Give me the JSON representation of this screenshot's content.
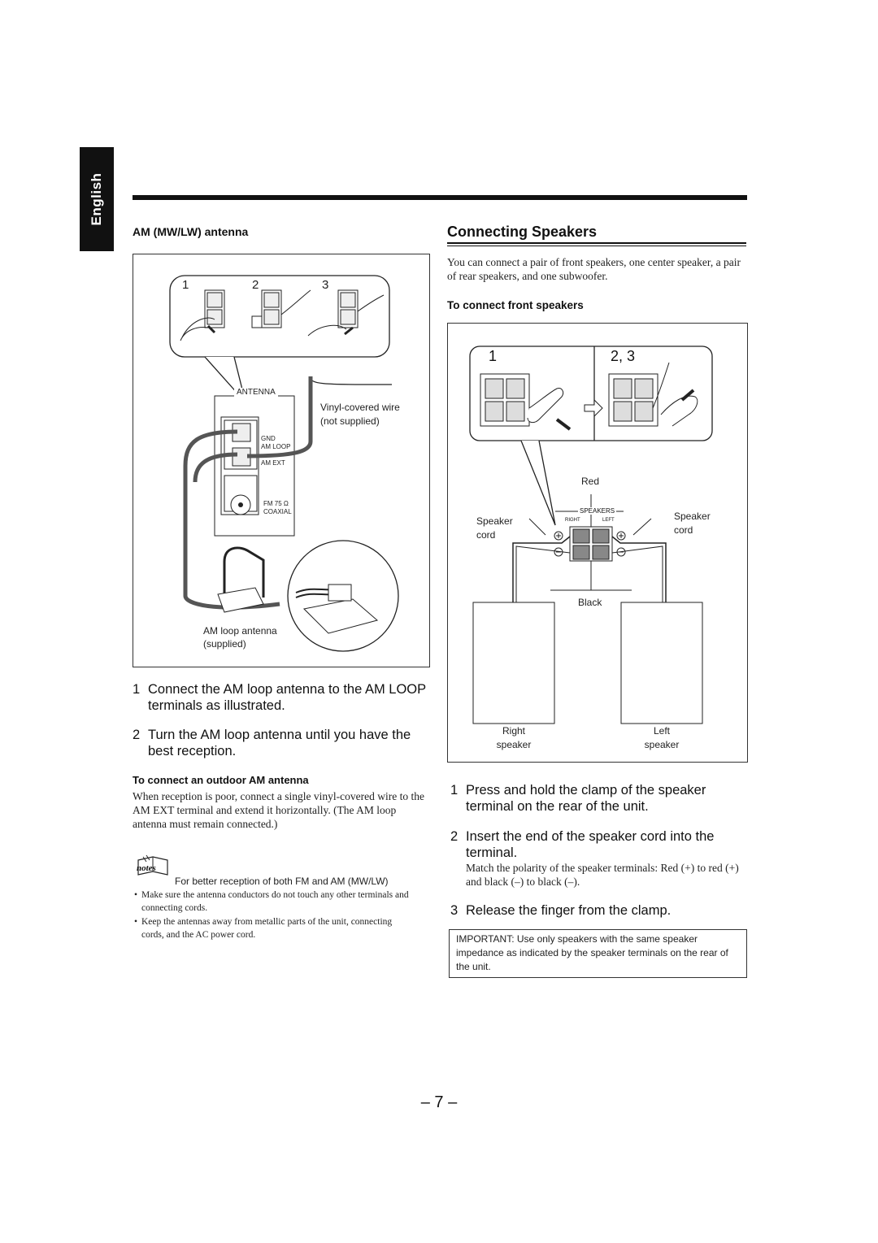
{
  "sidebar_tab": "English",
  "left": {
    "heading": "AM (MW/LW) antenna",
    "diagram": {
      "step_numbers": [
        "1",
        "2",
        "3"
      ],
      "antenna_label": "ANTENNA",
      "gnd_label": "GND",
      "am_loop_label": "AM LOOP",
      "am_ext_label": "AM EXT",
      "fm_label": "FM 75 Ω",
      "coaxial_label": "COAXIAL",
      "wire_label_1": "Vinyl-covered wire",
      "wire_label_2": "(not supplied)",
      "loop_label_1": "AM loop antenna",
      "loop_label_2": "(supplied)"
    },
    "steps": [
      {
        "num": "1",
        "text": "Connect the AM loop antenna to the AM LOOP terminals as illustrated."
      },
      {
        "num": "2",
        "text": "Turn the AM loop antenna until you have the best reception."
      }
    ],
    "outdoor_heading": "To connect an outdoor AM antenna",
    "outdoor_text": "When reception is poor, connect a single vinyl-covered wire to the AM EXT terminal and extend it horizontally. (The AM loop antenna must remain connected.)",
    "notes_icon_label": "notes",
    "notes_title": "For better reception of both FM and AM (MW/LW)",
    "notes_bullets": [
      "Make sure the antenna conductors do not touch any other terminals and connecting cords.",
      "Keep the antennas away from metallic parts of the unit, connecting cords, and the AC power cord."
    ]
  },
  "right": {
    "title": "Connecting Speakers",
    "intro": "You can connect a pair of front speakers, one center speaker, a pair of rear speakers, and one subwoofer.",
    "front_heading": "To connect front speakers",
    "diagram": {
      "step1": "1",
      "step23": "2, 3",
      "red_label": "Red",
      "black_label": "Black",
      "speakers_label": "SPEAKERS",
      "right_small": "RIGHT",
      "left_small": "LEFT",
      "cord_left_1": "Speaker",
      "cord_left_2": "cord",
      "cord_right_1": "Speaker",
      "cord_right_2": "cord",
      "right_speaker_1": "Right",
      "right_speaker_2": "speaker",
      "left_speaker_1": "Left",
      "left_speaker_2": "speaker"
    },
    "steps": [
      {
        "num": "1",
        "text": "Press and hold the clamp of the speaker terminal on the rear of the unit."
      },
      {
        "num": "2",
        "text": "Insert the end of the speaker cord into the terminal."
      },
      {
        "num": "3",
        "text": "Release the finger from the clamp."
      }
    ],
    "polarity_text": "Match the polarity of the speaker terminals: Red (+) to red (+) and black (–) to black (–).",
    "important": "IMPORTANT: Use only speakers with the same speaker impedance as indicated by the speaker terminals on the rear of the unit."
  },
  "page_number": "– 7 –"
}
